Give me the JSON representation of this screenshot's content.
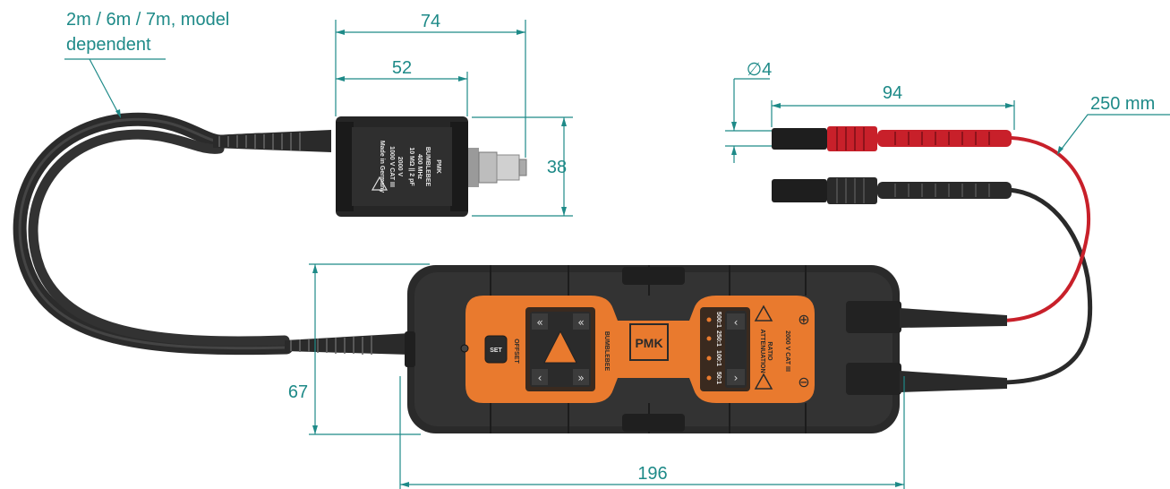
{
  "dimension_color": "#1e8a88",
  "callouts": {
    "cable_length_line1": "2m / 6m / 7m, model",
    "cable_length_line2": "dependent",
    "lead_length": "250 mm"
  },
  "dimensions": {
    "bnc_box_length": "74",
    "bnc_box_body": "52",
    "bnc_box_height": "38",
    "lead_diameter": "∅4",
    "lead_tip_length": "94",
    "probe_height": "67",
    "probe_length": "196"
  },
  "bnc_box": {
    "brand_logo": "PMK",
    "model": "BUMBLEBEE",
    "bandwidth": "400 MHz",
    "impedance": "10 MΩ || 2 pF",
    "voltage_rating": "2000 V",
    "cat_rating": "1000 V CAT III",
    "made_in": "Made in Germany"
  },
  "probe_body": {
    "brand_logo": "PMK",
    "model": "BUMBLEBEE",
    "offset_label": "OFFSET",
    "set_button": "SET",
    "attenuation_label": "ATTENUATION",
    "ratio_label": "RATIO",
    "attenuation_options": [
      "500:1",
      "250:1",
      "100:1",
      "50:1"
    ],
    "warning_text": "2000 V CAT III",
    "plus_symbol": "⊕",
    "minus_symbol": "⊖"
  },
  "colors": {
    "probe_orange": "#e97a2e",
    "body_black": "#2a2a2a",
    "lead_red": "#c8202a",
    "cable_gray": "#3a3a3a"
  }
}
